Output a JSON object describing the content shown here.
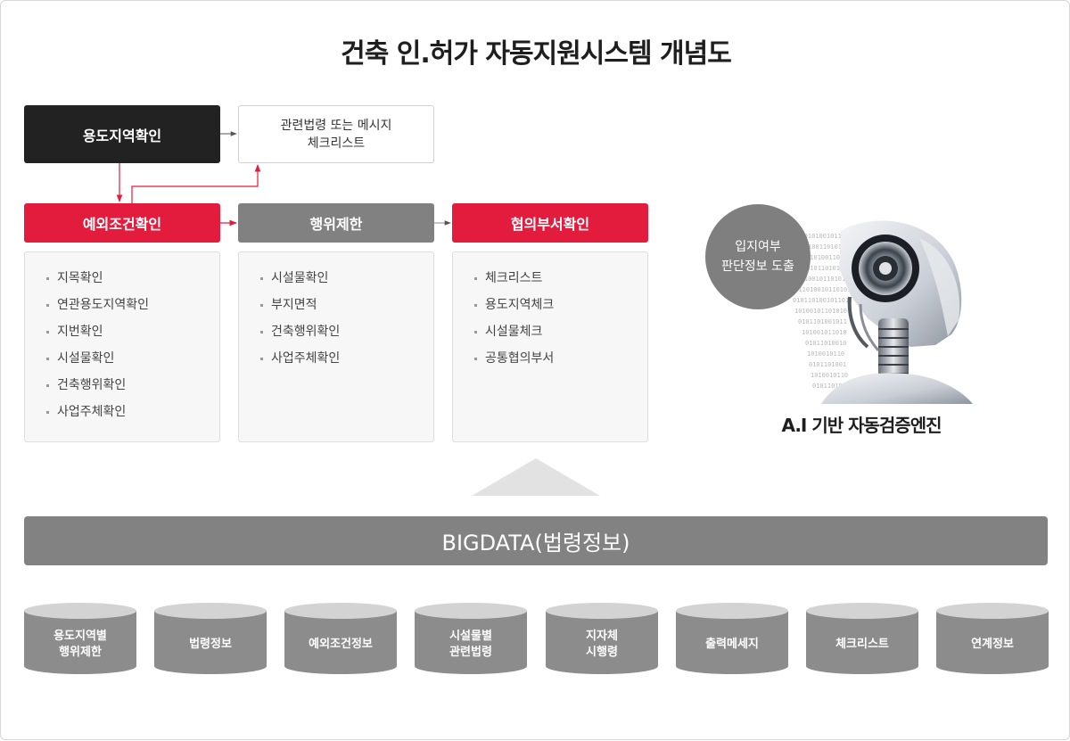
{
  "title": "건축 인.허가 자동지원시스템 개념도",
  "boxes": {
    "zone_check": "용도지역확인",
    "related_law": "관련법령 또는 메시지\n체크리스트",
    "exception_check": "예외조건확인",
    "action_limit": "행위제한",
    "dept_check": "협의부서확인"
  },
  "lists": {
    "exception": [
      "지목확인",
      "연관용도지역확인",
      "지번확인",
      "시설물확인",
      "건축행위확인",
      "사업주체확인"
    ],
    "action": [
      "시설물확인",
      "부지면적",
      "건축행위확인",
      "사업주체확인"
    ],
    "dept": [
      "체크리스트",
      "용도지역체크",
      "시설물체크",
      "공통협의부서"
    ]
  },
  "ai": {
    "circle": "입지여부\n판단정보 도출",
    "label": "A.I 기반 자동검증엔진"
  },
  "bigdata": "BIGDATA(법령정보)",
  "databases": [
    "용도지역별\n행위제한",
    "법령정보",
    "예외조건정보",
    "시설물별\n관련법령",
    "지자체\n시행령",
    "출력메세지",
    "체크리스트",
    "연계정보"
  ],
  "colors": {
    "red": "#e31c3d",
    "dark": "#222222",
    "gray": "#818181"
  }
}
